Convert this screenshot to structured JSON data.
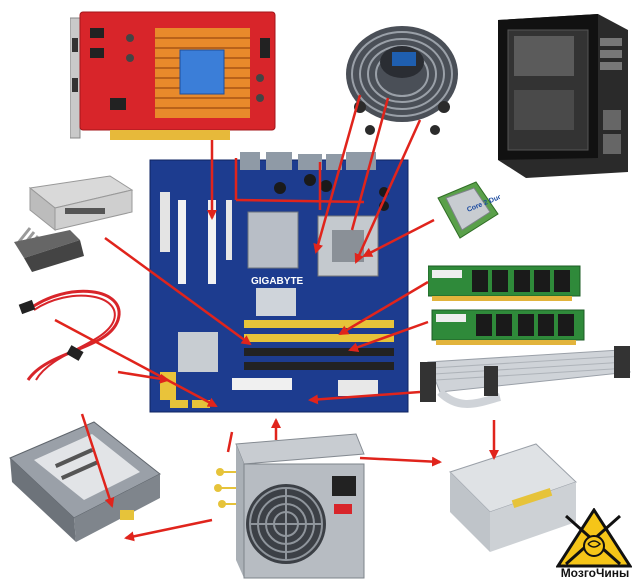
{
  "motherboard": {
    "brand": "GIGABYTE"
  },
  "cpu": {
    "label": "Core 2 Duo"
  },
  "logo": {
    "text": "МозгоЧины"
  },
  "colors": {
    "arrow": "#e0241c",
    "board": "#1d3c8f",
    "gpu": "#d8252a",
    "case": "#1a1a1a"
  },
  "components": [
    "graphics-card",
    "cpu-cooler",
    "pc-case",
    "floppy-drive",
    "cpu",
    "ram-modules",
    "sata-cable",
    "ide-cable",
    "hard-drive",
    "power-supply",
    "optical-drive",
    "motherboard"
  ]
}
